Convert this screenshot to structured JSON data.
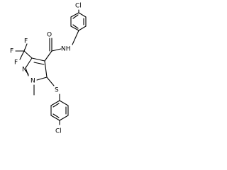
{
  "molecule": {
    "atoms": {
      "cl_top": "Cl",
      "carbonyl_o": "O",
      "amide_nh": "NH",
      "cf3_f1": "F",
      "cf3_f2": "F",
      "cf3_f3": "F",
      "ring_n2": "N",
      "ring_n1": "N",
      "thio_s": "S",
      "cl_bottom": "Cl"
    }
  }
}
